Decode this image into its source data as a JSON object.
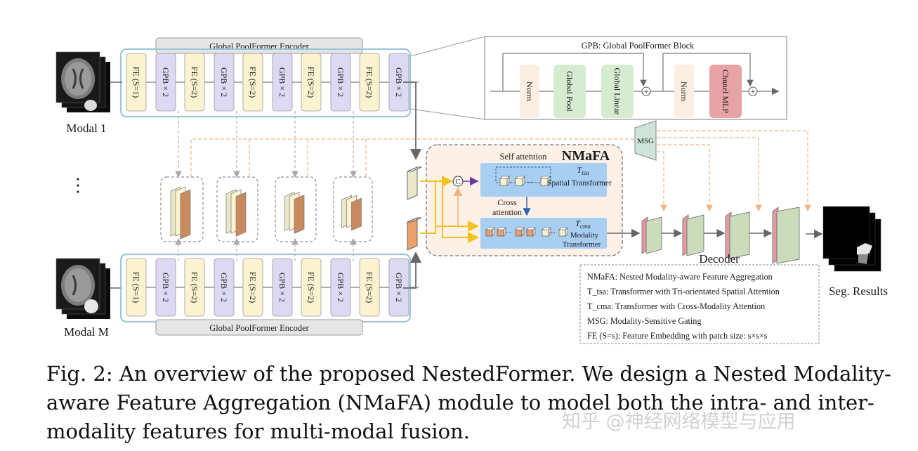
{
  "encoder": {
    "top_title": "Global PoolFormer Encoder",
    "bottom_title": "Global PoolFormer Encoder",
    "fe_labels": [
      "FE (S=1)",
      "FE (S=2)",
      "FE (S=2)",
      "FE (S=2)",
      "FE (S=2)"
    ],
    "gpb_label": "GPB × 2"
  },
  "modalities": {
    "top_label": "Modal 1",
    "ellipsis": "⋮",
    "bottom_label": "Modal M"
  },
  "gpb_block": {
    "title": "GPB: Global PoolFormer Block",
    "norm1": "Norm",
    "global_pool": "Global Pool",
    "global_linear": "Global Linear",
    "norm2": "Norm",
    "channel_mlp": "Chnnel MLP"
  },
  "nmafa": {
    "title": "NMaFA",
    "self_attention": "Self attention",
    "tsa_symbol": "T_tsa",
    "spatial_transformer": "Spatial Transformer",
    "cross_attention": "Cross attention",
    "cma_symbol": "T_cma",
    "modality_transformer": "Modality Transformer",
    "concat_symbol": "C",
    "dots": "···"
  },
  "msg": {
    "label": "MSG"
  },
  "decoder": {
    "label": "Decoder"
  },
  "output": {
    "label": "Seg. Results"
  },
  "legend": [
    "NMaFA: Nested Modality-aware Feature Aggregation",
    "T_tsa: Transformer with Tri-orientated Spatial Attention",
    "T_cma: Transformer with Cross-Modality Attention",
    "MSG: Modality-Sensitive Gating",
    "FE (S=s): Feature Embedding with patch size: s×s×s"
  ],
  "caption": "Fig. 2: An overview of the proposed NestedFormer. We design a Nested Modality-aware Feature Aggregation (NMaFA) module to model both the intra- and inter-modality features for multi-modal fusion.",
  "watermark": "知乎 @神经网络模型与应用",
  "colors": {
    "fe_fill": "#fbf3cf",
    "gpb_fill": "#dcdaf3",
    "encoder_border": "#9ec5d9",
    "norm_fill": "#fdeee2",
    "pool_fill": "#d5ecd1",
    "mlp_fill": "#e8a3a6",
    "nmafa_fill": "#fdf0e6",
    "transformer_fill": "#a8cff2",
    "orange_line": "#f1b47f",
    "yellow_line": "#f3c21d",
    "decoder_green": "#cbdcbb",
    "decoder_red": "#e49aa0"
  }
}
